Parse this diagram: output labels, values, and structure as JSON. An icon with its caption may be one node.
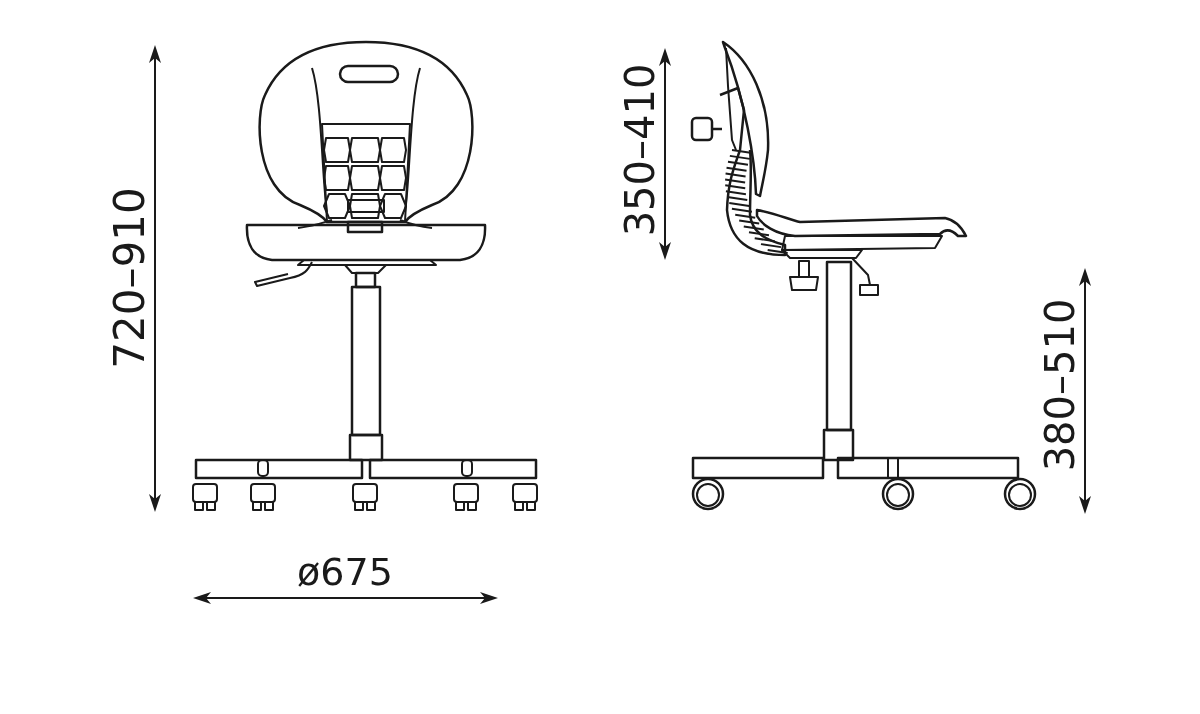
{
  "diagram": {
    "labels": [
      "720–910",
      "350–410",
      "380–510",
      "ø675"
    ]
  }
}
